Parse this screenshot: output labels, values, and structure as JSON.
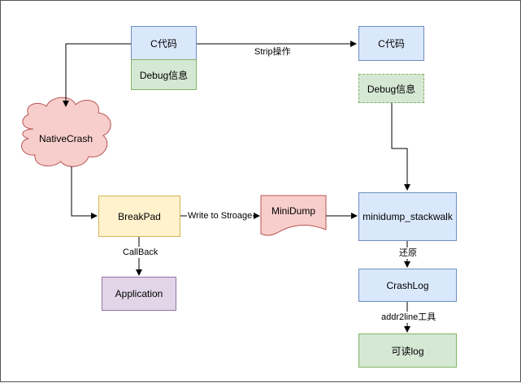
{
  "nodes": {
    "c_code_src": "C代码",
    "debug_info_src": "Debug信息",
    "c_code_stripped": "C代码",
    "debug_info_kept": "Debug信息",
    "native_crash": "NativeCrash",
    "breakpad": "BreakPad",
    "minidump": "MiniDump",
    "stackwalk": "minidump_stackwalk",
    "application": "Application",
    "crashlog": "CrashLog",
    "readable_log": "可读log"
  },
  "edges": {
    "strip": "Strip操作",
    "write_storage": "Write to Stroage",
    "callback": "CallBack",
    "restore": "还原",
    "addr2line": "addr2line工具"
  },
  "colors": {
    "blue_fill": "#dae8fc",
    "blue_stroke": "#6c8ebf",
    "green_fill": "#d5e8d4",
    "green_stroke": "#82b366",
    "yellow_fill": "#fff2cc",
    "yellow_stroke": "#d6b656",
    "purple_fill": "#e1d5e7",
    "purple_stroke": "#9673a6",
    "red_fill": "#f8cecc",
    "red_stroke": "#b85450"
  }
}
